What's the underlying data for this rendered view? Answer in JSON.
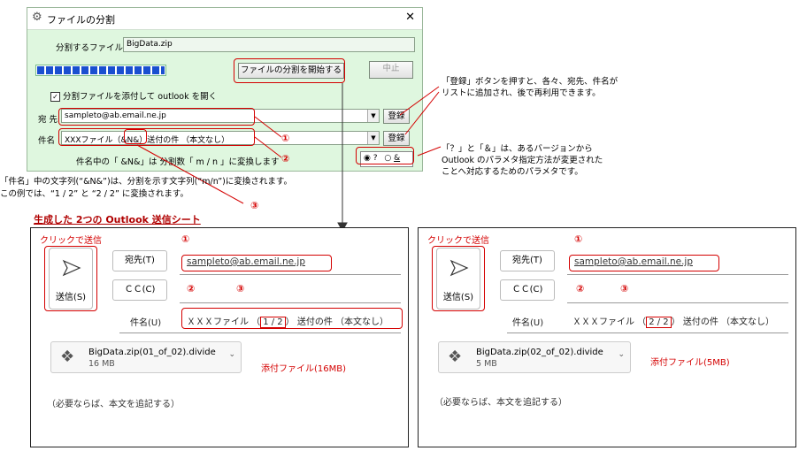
{
  "dialog": {
    "title": "ファイルの分割",
    "file_label": "分割するファイル",
    "file_value": "BigData.zip",
    "start_button": "ファイルの分割を開始する",
    "stop_button": "中止",
    "progress": 1.0,
    "attach_checkbox_label": "分割ファイルを添付して outlook を開く",
    "attach_checked": true,
    "to_label": "宛 先",
    "to_value": "sampleto@ab.email.ne.jp",
    "register_button": "登録",
    "subject_label": "件名",
    "subject_prefix": "XXXファイル（",
    "subject_token": "&N&",
    "subject_suffix": "）送付の件 （本文なし）",
    "hint": "件名中の「 &N&」は 分割数「 m / n 」に変換します",
    "radio_q": "?",
    "radio_amp": "&",
    "radio_selected": "?"
  },
  "annotations": {
    "register_note": "「登録」ボタンを押すと、各々、宛先、件名がリストに追加され、後で再利用できます。",
    "radio_note": "「？」と「＆」は、あるバージョンからOutlook のパラメタ指定方法が変更されたことへ対応するためのパラメタです。",
    "token_note_1": "「件名」中の文字列(“&N&”)は、分割を示す文字列(“m/n”)に変換されます。",
    "token_note_2": "この例では、“1 / 2” と “2 / 2” に変換されます。",
    "heading": "生成した 2つの Outlook 送信シート",
    "click_to_send": "クリックで送信",
    "attach_note_1": "添付ファイル(16MB)",
    "attach_note_2": "添付ファイル(5MB)",
    "circle_1": "①",
    "circle_2": "②",
    "circle_3": "③"
  },
  "sheets": [
    {
      "send_label": "送信(S)",
      "to_button": "宛先(T)",
      "cc_button": "ＣＣ(C)",
      "subject_label": "件名(U)",
      "to_value": "sampleto@ab.email.ne.jp",
      "subject_prefix": "ＸＸＸファイル （",
      "subject_part": "1 / 2",
      "subject_suffix": "） 送付の件 （本文なし）",
      "attach_name": "BigData.zip(01_of_02).divide",
      "attach_size": "16 MB",
      "body": "（必要ならば、本文を追記する）"
    },
    {
      "send_label": "送信(S)",
      "to_button": "宛先(T)",
      "cc_button": "ＣＣ(C)",
      "subject_label": "件名(U)",
      "to_value": "sampleto@ab.email.ne.jp",
      "subject_prefix": "ＸＸＸファイル （",
      "subject_part": "2 / 2",
      "subject_suffix": "） 送付の件 （本文なし）",
      "attach_name": "BigData.zip(02_of_02).divide",
      "attach_size": "5 MB",
      "body": "（必要ならば、本文を追記する）"
    }
  ],
  "colors": {
    "annotation": "#d40000",
    "dialog_bg": "#dff7df",
    "progress": "#1a4fd0"
  },
  "icons": [
    "gear-icon",
    "close-icon",
    "send-arrow-icon",
    "file-icon",
    "chevron-down-icon"
  ]
}
